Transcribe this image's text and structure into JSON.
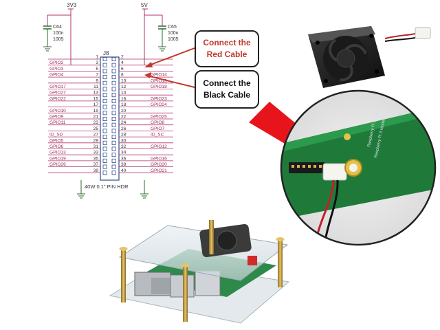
{
  "schematic": {
    "rail_left": "3V3",
    "rail_right": "5V",
    "cap_left": {
      "ref": "C64",
      "value": "100n",
      "size": "1005"
    },
    "cap_right": {
      "ref": "C65",
      "value": "100n",
      "size": "1005"
    },
    "header_ref": "J8",
    "header_caption": "40W 0.1\" PIN HDR",
    "left_labels": [
      "",
      "GPIO2",
      "GPIO3",
      "GPIO4",
      "",
      "GPIO17",
      "GPIO27",
      "GPIO22",
      "",
      "GPIO10",
      "GPIO9",
      "GPIO11",
      "",
      "ID_SD",
      "GPIO5",
      "GPIO6",
      "GPIO13",
      "GPIO19",
      "GPIO26",
      ""
    ],
    "right_labels": [
      "",
      "",
      "",
      "GPIO14",
      "GPIO15",
      "GPIO18",
      "",
      "GPIO23",
      "GPIO24",
      "",
      "GPIO25",
      "GPIO8",
      "GPIO7",
      "ID_SC",
      "",
      "GPIO12",
      "",
      "GPIO16",
      "GPIO20",
      "GPIO21"
    ],
    "pins_odd": [
      "1",
      "3",
      "5",
      "7",
      "9",
      "11",
      "13",
      "15",
      "17",
      "19",
      "21",
      "23",
      "25",
      "27",
      "29",
      "31",
      "33",
      "35",
      "37",
      "39"
    ],
    "pins_even": [
      "2",
      "4",
      "6",
      "8",
      "10",
      "12",
      "14",
      "16",
      "18",
      "20",
      "22",
      "24",
      "26",
      "28",
      "30",
      "32",
      "34",
      "36",
      "38",
      "40"
    ]
  },
  "callouts": {
    "red": {
      "line1": "Connect the",
      "line2": "Red Cable"
    },
    "black": {
      "line1": "Connect the",
      "line2": "Black Cable"
    }
  },
  "colors": {
    "wire": "#b0306b",
    "arrow": "#e8141c",
    "header_pin": "#2f4a8a",
    "ground": "#2a6a2a",
    "pcb_green": "#1f7a3a"
  },
  "photos": {
    "fan": "cooling-fan-photo",
    "board_zoom": "pi-board-zoom-photo",
    "case": "acrylic-case-photo"
  }
}
